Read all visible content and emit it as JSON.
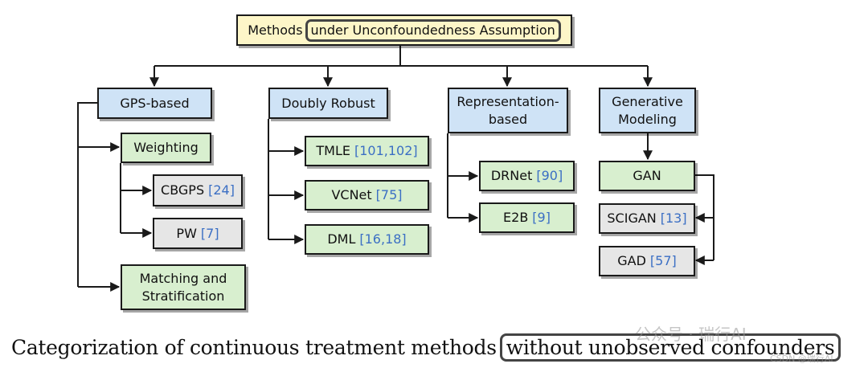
{
  "root": {
    "prefix": "Methods",
    "highlight": "under Unconfoundedness Assumption"
  },
  "gps": {
    "label": "GPS-based",
    "weighting": "Weighting",
    "cbgps": {
      "name": "CBGPS",
      "ref": "[24]"
    },
    "pw": {
      "name": "PW",
      "ref": "[7]"
    },
    "matching": "Matching and\nStratification"
  },
  "doubly_robust": {
    "label": "Doubly Robust",
    "tmle": {
      "name": "TMLE",
      "ref": "[101,102]"
    },
    "vcnet": {
      "name": "VCNet",
      "ref": "[75]"
    },
    "dml": {
      "name": "DML",
      "ref": "[16,18]"
    }
  },
  "representation": {
    "label": "Representation-\nbased",
    "drnet": {
      "name": "DRNet",
      "ref": "[90]"
    },
    "e2b": {
      "name": "E2B",
      "ref": "[9]"
    }
  },
  "generative": {
    "label": "Generative\nModeling",
    "gan": "GAN",
    "scigan": {
      "name": "SCIGAN",
      "ref": "[13]"
    },
    "gad": {
      "name": "GAD",
      "ref": "[57]"
    }
  },
  "caption": {
    "prefix": "Categorization of continuous treatment methods",
    "highlight": "without unobserved confounders"
  },
  "watermark": {
    "line1": "公众号 · 瑞行AI",
    "line2": "CSDN @瑞行AI"
  },
  "colors": {
    "category_fill": "#cfe3f6",
    "method_fill": "#d8efcf",
    "leaf_fill": "#e6e6e6",
    "root_fill": "#fdf6c8",
    "reference_text": "#3b6fc4"
  }
}
